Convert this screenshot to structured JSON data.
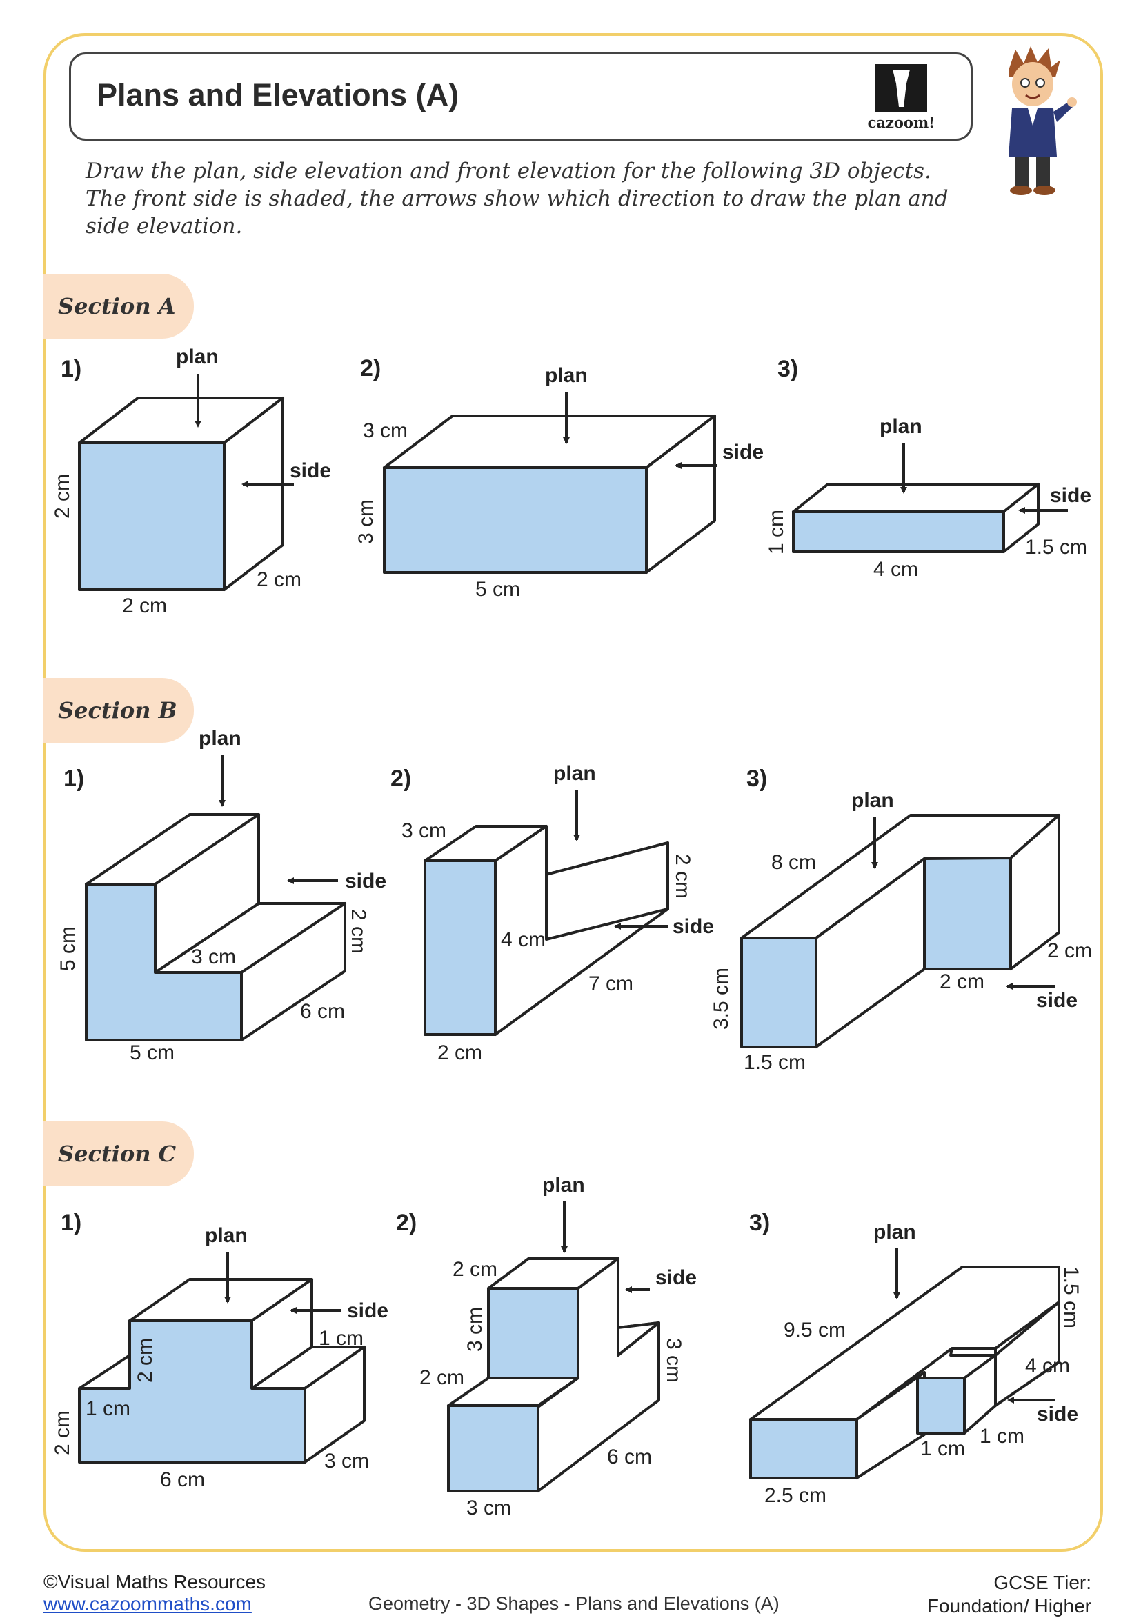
{
  "header": {
    "title": "Plans and Elevations (A)",
    "logo_text": "cazoom!"
  },
  "instructions": [
    "Draw the plan, side elevation and front elevation for the following 3D objects.",
    "The front side is shaded, the arrows show which direction to draw the plan and",
    "side elevation."
  ],
  "sections": {
    "a": {
      "label": "Section A",
      "q1": {
        "number": "1)",
        "plan": "plan",
        "side": "side",
        "height": "2 cm",
        "depth": "2 cm",
        "width": "2 cm"
      },
      "q2": {
        "number": "2)",
        "plan": "plan",
        "side": "side",
        "depth": "3 cm",
        "height": "3 cm",
        "width": "5 cm"
      },
      "q3": {
        "number": "3)",
        "plan": "plan",
        "side": "side",
        "height": "1 cm",
        "width": "4 cm",
        "depth": "1.5 cm"
      }
    },
    "b": {
      "label": "Section B",
      "q1": {
        "number": "1)",
        "plan": "plan",
        "side": "side",
        "height": "5 cm",
        "step": "3 cm",
        "step_height": "2 cm",
        "depth": "6 cm",
        "width": "5 cm"
      },
      "q2": {
        "number": "2)",
        "plan": "plan",
        "side": "side",
        "top": "3 cm",
        "right_height": "2 cm",
        "notch": "4 cm",
        "depth": "7 cm",
        "width": "2 cm"
      },
      "q3": {
        "number": "3)",
        "plan": "plan",
        "side": "side",
        "length": "8 cm",
        "height": "3.5 cm",
        "width": "1.5 cm",
        "block": "2 cm",
        "block_depth": "2 cm"
      }
    },
    "c": {
      "label": "Section C",
      "q1": {
        "number": "1)",
        "plan": "plan",
        "side": "side",
        "upper": "2 cm",
        "step": "1 cm",
        "low_height": "2 cm",
        "low_step": "1 cm",
        "width": "6 cm",
        "depth": "3 cm"
      },
      "q2": {
        "number": "2)",
        "plan": "plan",
        "side": "side",
        "top": "2 cm",
        "upper": "3 cm",
        "mid": "2 cm",
        "right": "3 cm",
        "depth": "6 cm",
        "width": "3 cm"
      },
      "q3": {
        "number": "3)",
        "plan": "plan",
        "side": "side",
        "length": "9.5 cm",
        "end": "1.5 cm",
        "right": "4 cm",
        "block_w": "1 cm",
        "block_d": "1 cm",
        "width": "2.5 cm"
      }
    }
  },
  "footer": {
    "copyright": "©Visual Maths Resources",
    "website": "www.cazoommaths.com",
    "topic": "Geometry - 3D Shapes - Plans and Elevations (A)",
    "tier_label": "GCSE Tier:",
    "tier_value": "Foundation/ Higher"
  },
  "colors": {
    "shade": "#b3d3ef",
    "frame": "#f2cf6a",
    "tab": "#fbe0c8",
    "line": "#222222"
  }
}
